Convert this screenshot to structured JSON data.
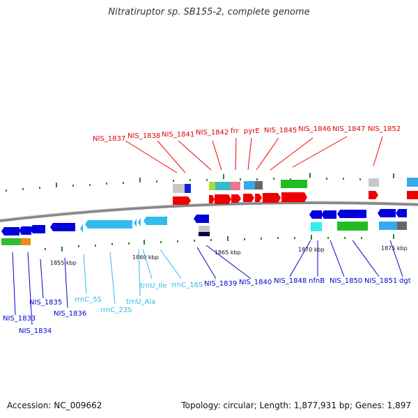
{
  "title": "Nitratiruptor sp. SB155-2, complete genome",
  "footer": {
    "accession": "Accession: NC_009662",
    "topology": "Topology: circular; Length: 1,877,931 bp; Genes: 1,897"
  },
  "colors": {
    "forward_cds": "#ff0000",
    "reverse_cds": "#0000dd",
    "rna": "#33bbee",
    "backbone": "#888888",
    "tick": "#228822"
  },
  "kbp_labels": [
    "1855 kbp",
    "1860 kbp",
    "1865 kbp",
    "1870 kbp",
    "1875 kbp"
  ],
  "top_labels": [
    "NIS_1837",
    "NIS_1838",
    "NIS_1841",
    "NIS_1842",
    "frr",
    "pyrE",
    "NIS_1845",
    "NIS_1846",
    "NIS_1847",
    "NIS_1852"
  ],
  "bottom_labels": [
    {
      "text": "NIS_1833",
      "color": "blue"
    },
    {
      "text": "NIS_1834",
      "color": "blue"
    },
    {
      "text": "NIS_1835",
      "color": "blue"
    },
    {
      "text": "NIS_1836",
      "color": "blue"
    },
    {
      "text": "rrnC_5S",
      "color": "cyan"
    },
    {
      "text": "rrnC_23S",
      "color": "cyan"
    },
    {
      "text": "trnU_Ala",
      "color": "cyan"
    },
    {
      "text": "trnU_Ile",
      "color": "cyan"
    },
    {
      "text": "rrnC_16S",
      "color": "cyan"
    },
    {
      "text": "NIS_1839",
      "color": "blue"
    },
    {
      "text": "NIS_1840",
      "color": "blue"
    },
    {
      "text": "NIS_1848",
      "color": "blue"
    },
    {
      "text": "nfnB",
      "color": "blue"
    },
    {
      "text": "NIS_1850",
      "color": "blue"
    },
    {
      "text": "NIS_1851",
      "color": "blue"
    },
    {
      "text": "dgt",
      "color": "blue"
    }
  ]
}
